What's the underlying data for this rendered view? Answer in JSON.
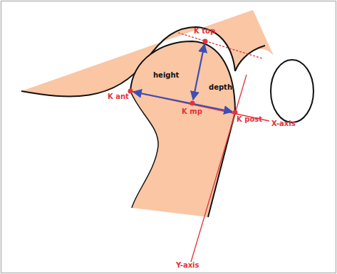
{
  "diagram": {
    "labels": [
      "K top",
      "height",
      "K ant",
      "K mp",
      "depth",
      "K post",
      "X-axis",
      "Y-axis"
    ]
  }
}
